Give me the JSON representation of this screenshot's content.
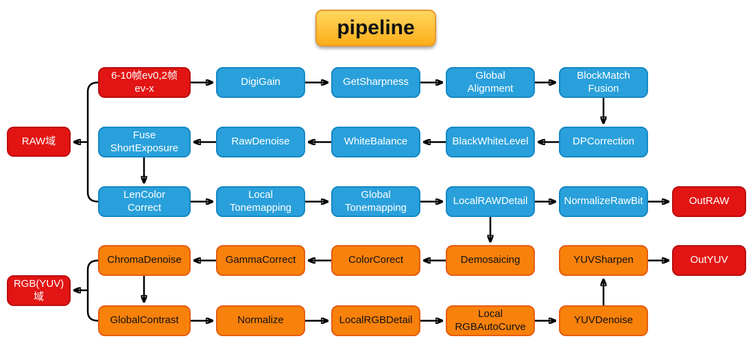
{
  "title": "pipeline",
  "colors": {
    "node_blue": "#29A0DB",
    "node_orange": "#F8810B",
    "node_red": "#E31414",
    "title_gradient_top": "#FFD75E",
    "title_gradient_bottom": "#FBAD18",
    "arrow": "#000000"
  },
  "nodes": {
    "input_frames": "6-10帧ev0,2帧\nev-x",
    "digi_gain": "DigiGain",
    "get_sharpness": "GetSharpness",
    "global_alignment": "Global\nAlignment",
    "block_match_fusion": "BlockMatch\nFusion",
    "raw_domain": "RAW域",
    "fuse_short_exposure": "Fuse\nShortExposure",
    "raw_denoise": "RawDenoise",
    "white_balance": "WhiteBalance",
    "black_white_level": "BlackWhiteLevel",
    "dp_correction": "DPCorrection",
    "len_color_correct": "LenColor\nCorrect",
    "local_tonemapping": "Local\nTonemapping",
    "global_tonemapping": "Global\nTonemapping",
    "local_raw_detail": "LocalRAWDetail",
    "normalize_raw_bit": "NormalizeRawBit",
    "out_raw": "OutRAW",
    "chroma_denoise": "ChromaDenoise",
    "gamma_correct": "GammaCorrect",
    "color_corect": "ColorCorect",
    "demosaicing": "Demosaicing",
    "yuv_sharpen": "YUVSharpen",
    "out_yuv": "OutYUV",
    "rgb_yuv_domain": "RGB(YUV)\n域",
    "global_contrast": "GlobalContrast",
    "normalize": "Normalize",
    "local_rgb_detail": "LocalRGBDetail",
    "local_rgb_auto_curve": "Local\nRGBAutoCurve",
    "yuv_denoise": "YUVDenoise"
  }
}
